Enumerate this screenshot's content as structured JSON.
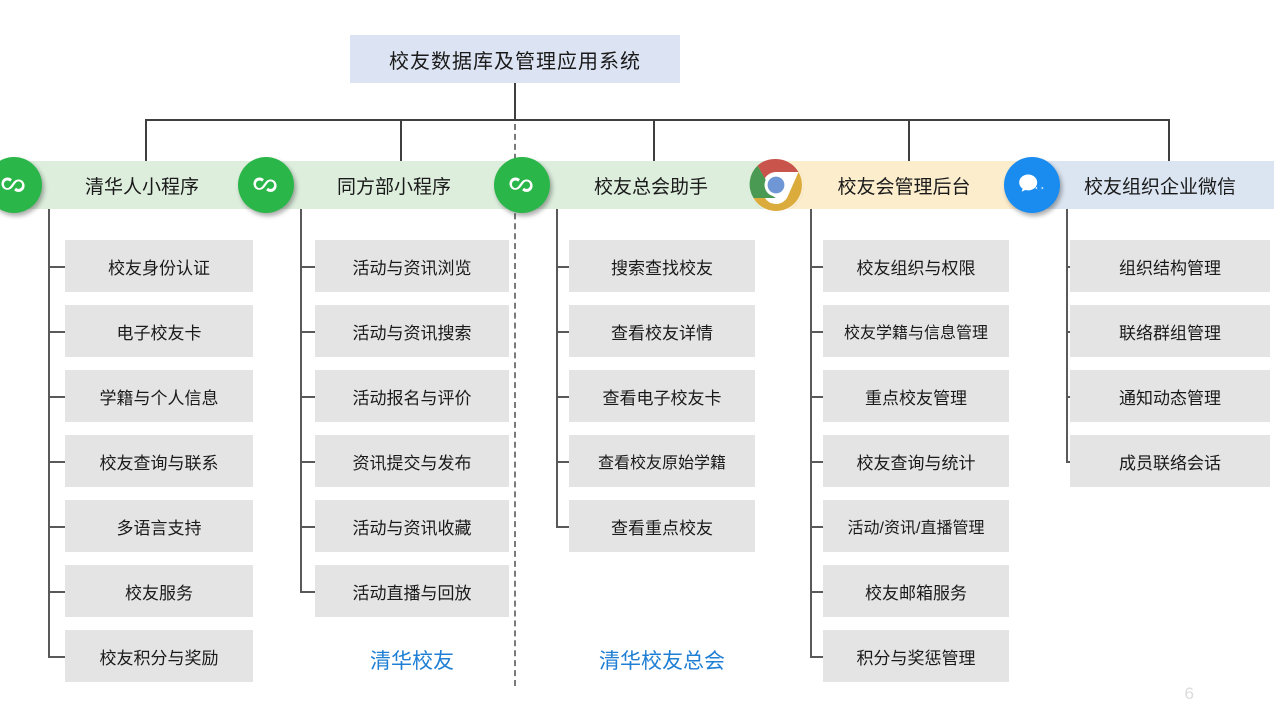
{
  "slide": {
    "page_number": "6",
    "root_title": "校友数据库及管理应用系统"
  },
  "colors": {
    "root_box_bg": "#dce3f2",
    "header_green_bg": "#ddeedd",
    "header_cream_bg": "#fcedcd",
    "header_blue_bg": "#dbe5f1",
    "leaf_bg": "#e4e4e4",
    "caption_blue": "#1f7fd4",
    "wechat_green": "#2bb64a",
    "wecom_blue": "#1a8cf0",
    "connector_gray": "#3f3f3f",
    "page_number_gray": "#dcdcdc"
  },
  "columns": [
    {
      "id": "qinghuaren-miniprogram",
      "title": "清华人小程序",
      "icon": "wechat-miniprogram-icon",
      "header_style": "green",
      "caption": "",
      "items": [
        "校友身份认证",
        "电子校友卡",
        "学籍与个人信息",
        "校友查询与联系",
        "多语言支持",
        "校友服务",
        "校友积分与奖励"
      ]
    },
    {
      "id": "tongfangbu-miniprogram",
      "title": "同方部小程序",
      "icon": "wechat-miniprogram-icon",
      "header_style": "green",
      "caption": "清华校友",
      "items": [
        "活动与资讯浏览",
        "活动与资讯搜索",
        "活动报名与评价",
        "资讯提交与发布",
        "活动与资讯收藏",
        "活动直播与回放"
      ]
    },
    {
      "id": "xiaoyouzonghui-assistant",
      "title": "校友总会助手",
      "icon": "wechat-miniprogram-icon",
      "header_style": "green",
      "caption": "清华校友总会",
      "items": [
        "搜索查找校友",
        "查看校友详情",
        "查看电子校友卡",
        "查看校友原始学籍",
        "查看重点校友"
      ]
    },
    {
      "id": "xiaoyouhui-admin",
      "title": "校友会管理后台",
      "icon": "chrome-browser-icon",
      "header_style": "cream",
      "caption": "",
      "items": [
        "校友组织与权限",
        "校友学籍与信息管理",
        "重点校友管理",
        "校友查询与统计",
        "活动/资讯/直播管理",
        "校友邮箱服务",
        "积分与奖惩管理"
      ]
    },
    {
      "id": "xiaoyou-wecom",
      "title": "校友组织企业微信",
      "icon": "wecom-icon",
      "header_style": "blue",
      "caption": "",
      "items": [
        "组织结构管理",
        "联络群组管理",
        "通知动态管理",
        "成员联络会话"
      ]
    }
  ]
}
